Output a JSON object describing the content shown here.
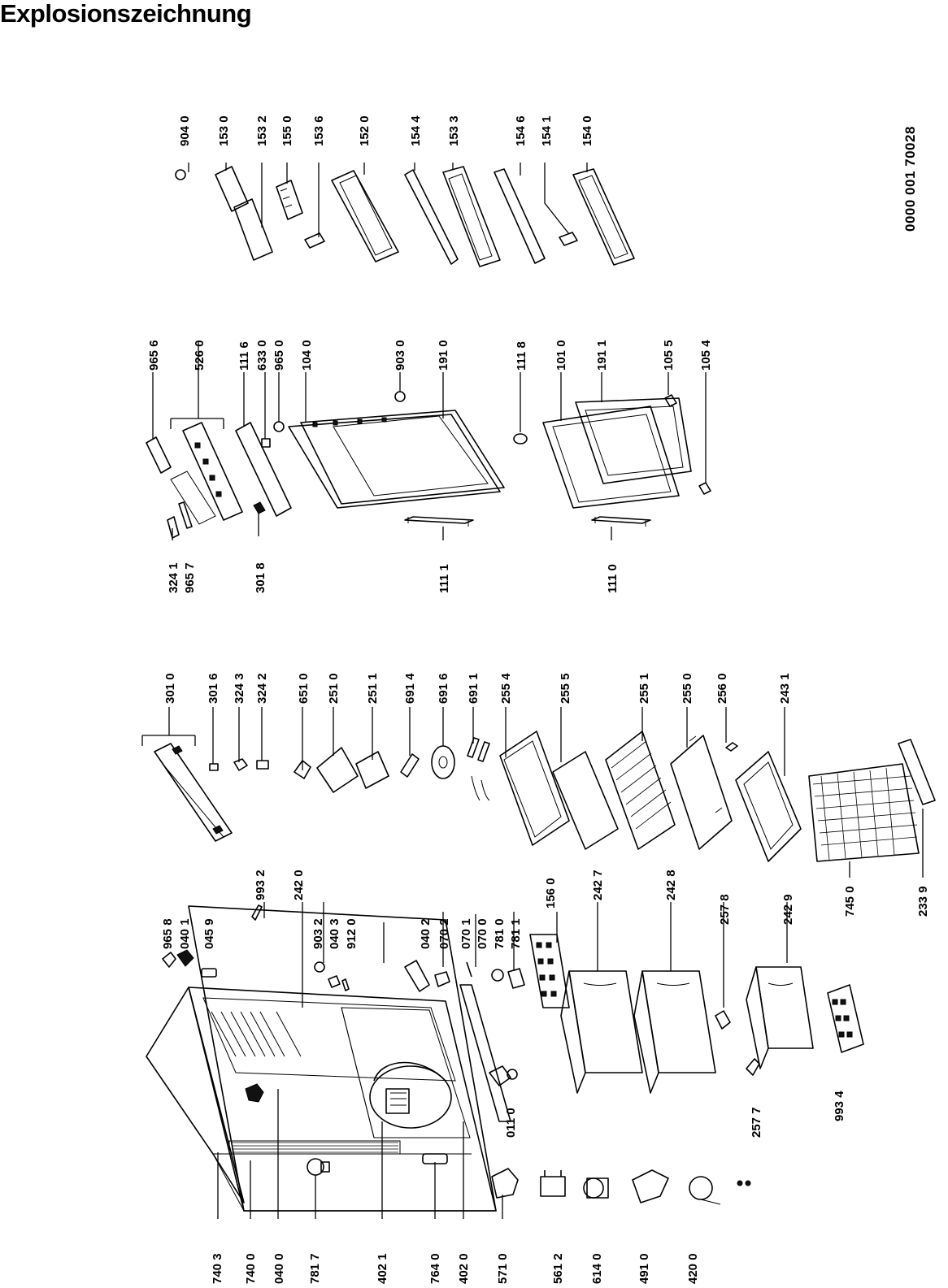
{
  "title": "Explosionszeichnung",
  "document_number": "0000 001 70028",
  "colors": {
    "ink": "#000000",
    "paper": "#ffffff"
  },
  "groups": {
    "cabinet": {
      "bottom_labels": [
        "740 3",
        "740 0",
        "040 0",
        "781 7",
        "402 1",
        "764 0",
        "402 0",
        "571 0",
        "561 2",
        "614 0",
        "491 0",
        "420 0"
      ],
      "inner_labels": [
        "011 0",
        "257 7",
        "993 4"
      ],
      "top_labels": [
        "965 8",
        "040 1",
        "045 9",
        "993 2",
        "242 0",
        "903 2",
        "040 3",
        "912 0",
        "040 2",
        "070 2",
        "070 1",
        "070 0",
        "781 0",
        "781 1",
        "156 0",
        "242 7",
        "242 8",
        "257 8",
        "242 9",
        "745 0",
        "233 9"
      ]
    },
    "interior": {
      "labels": [
        "301 0",
        "301 6",
        "324 3",
        "324 2",
        "651 0",
        "251 0",
        "251 1",
        "691 4",
        "691 6",
        "691 1",
        "255 4",
        "255 5",
        "255 1",
        "255 0",
        "256 0",
        "243 1"
      ]
    },
    "doors": {
      "bottom_labels": [
        "324 1",
        "965 7",
        "301 8",
        "111 1",
        "111 0"
      ],
      "top_labels": [
        "965 6",
        "526 0",
        "111 6",
        "633 0",
        "965 0",
        "104 0",
        "903 0",
        "191 0",
        "111 8",
        "101 0",
        "191 1",
        "105 5",
        "105 4"
      ]
    },
    "door_shelves": {
      "labels": [
        "904 0",
        "153 0",
        "153 2",
        "155 0",
        "153 6",
        "152 0",
        "154 4",
        "153 3",
        "154 6",
        "154 1",
        "154 0"
      ]
    }
  }
}
